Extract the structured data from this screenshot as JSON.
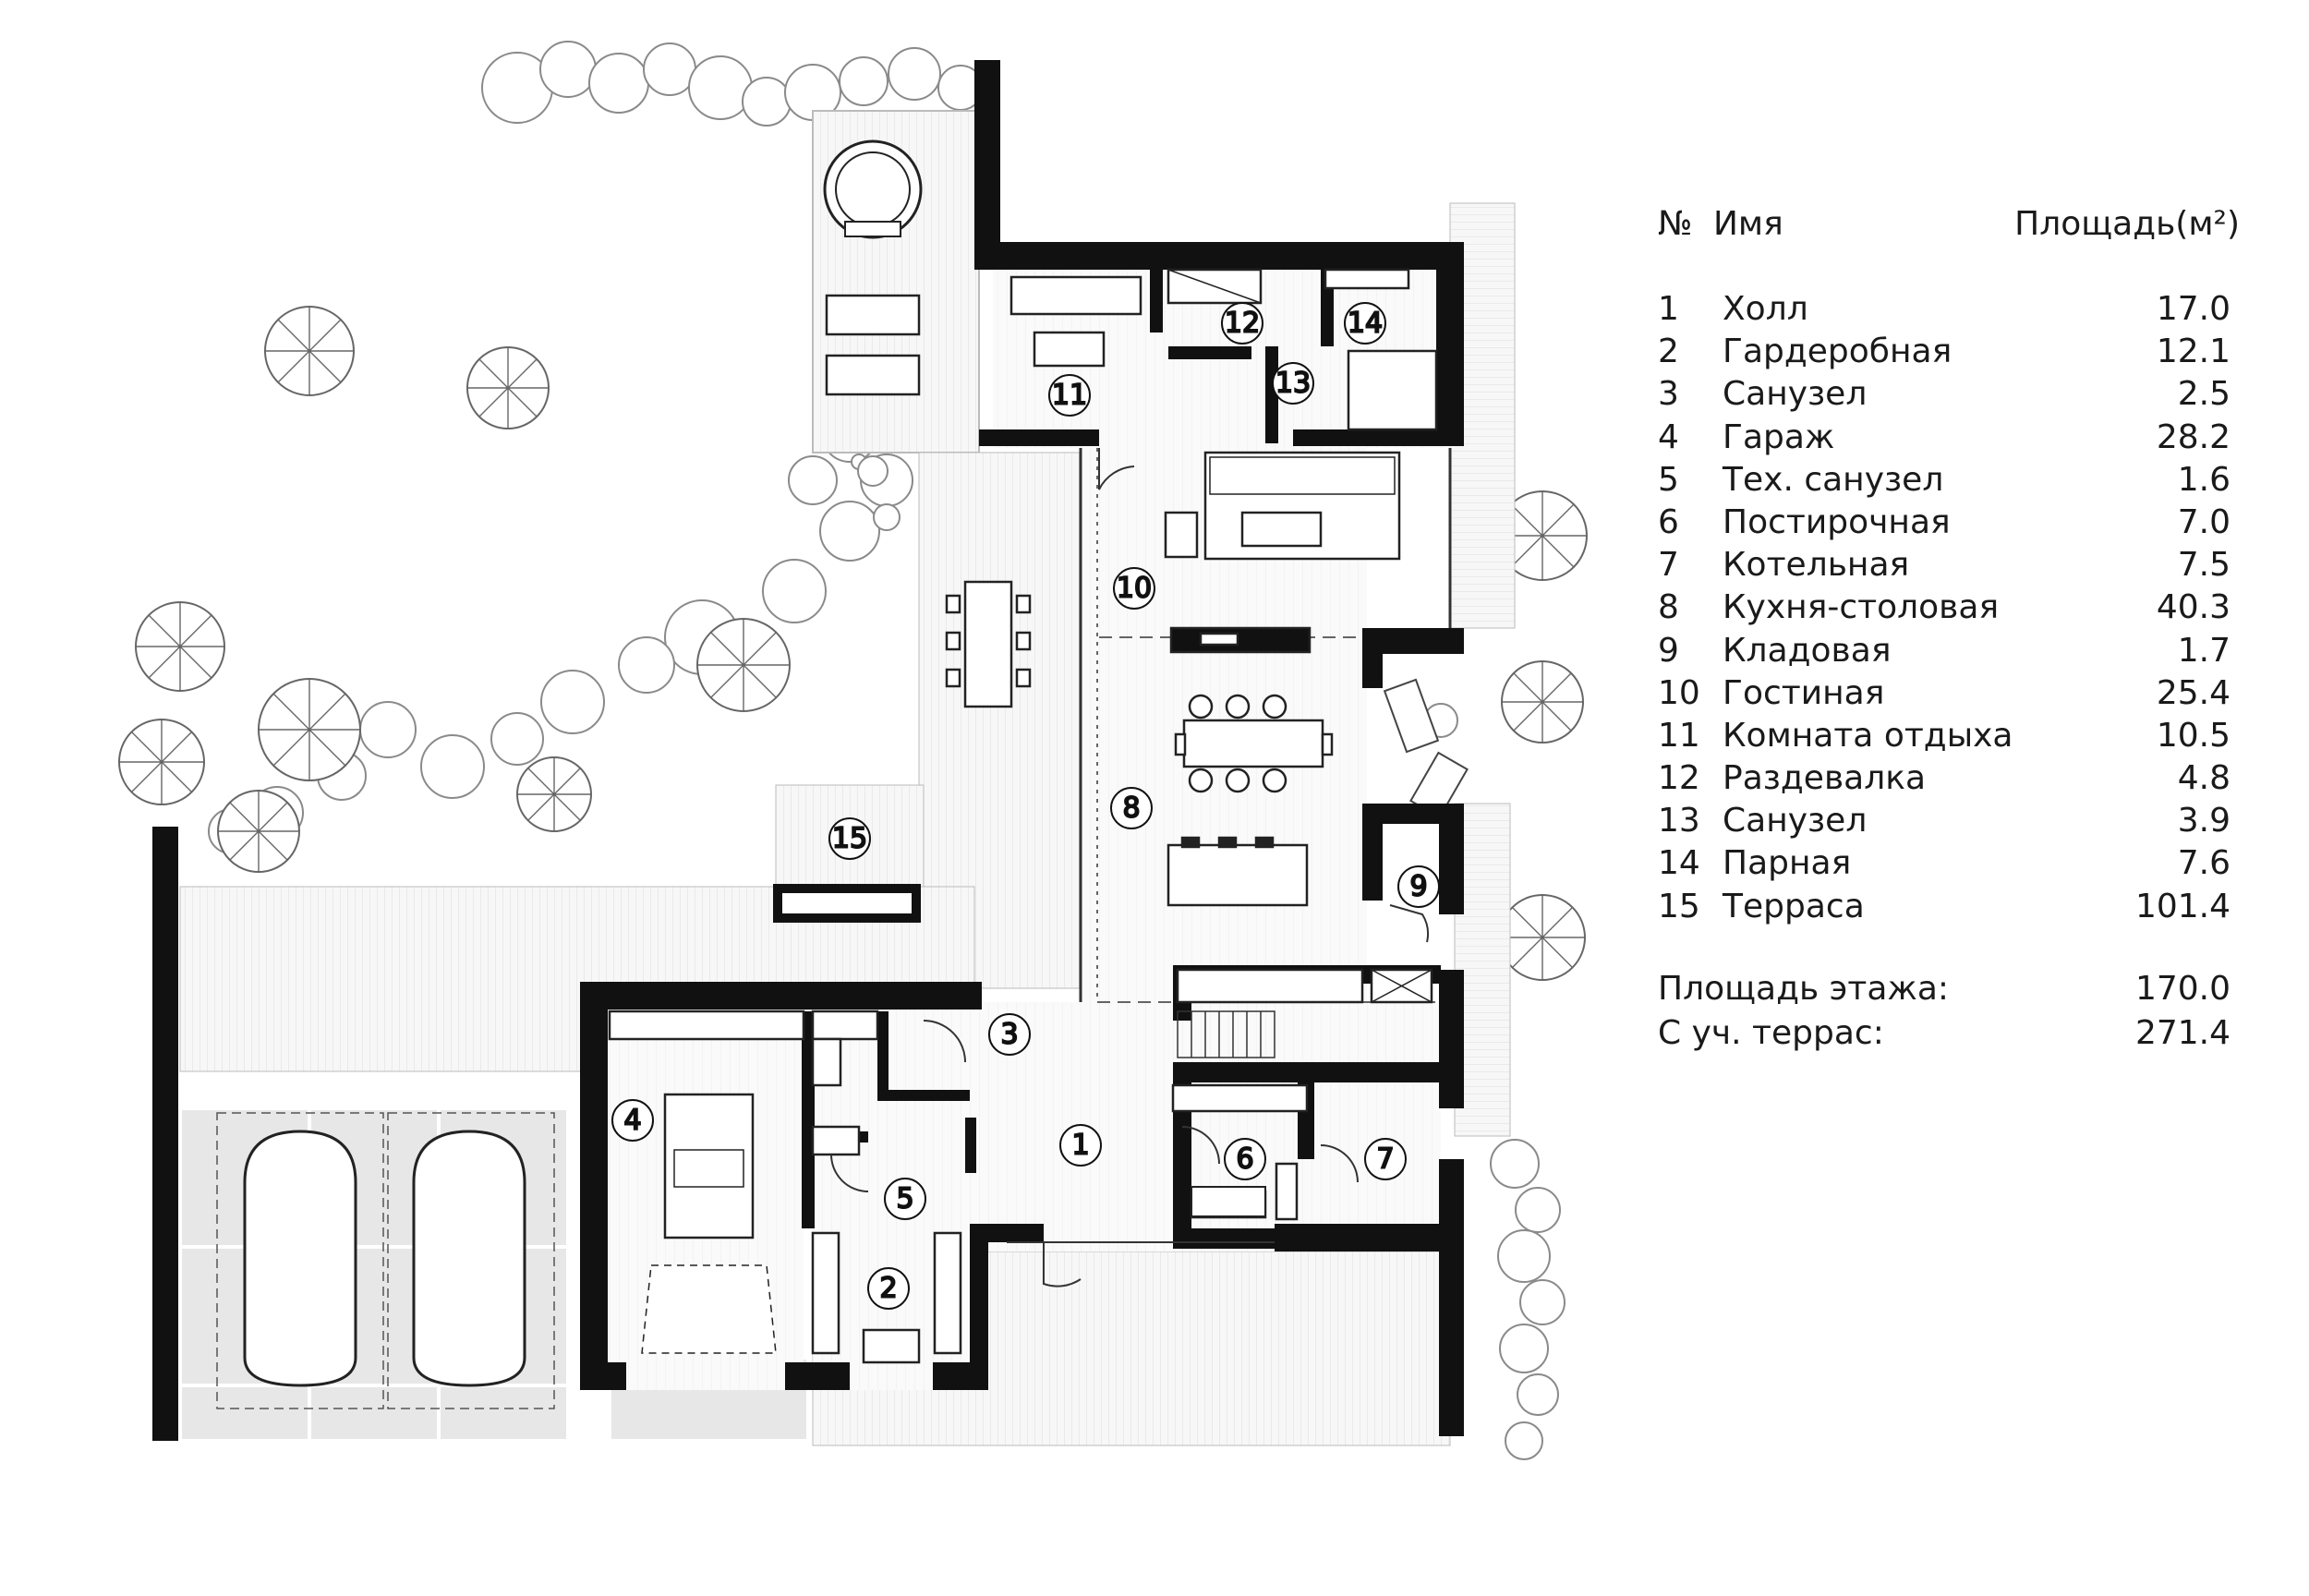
{
  "legend": {
    "header": {
      "no": "№",
      "name": "Имя",
      "area": "Площадь(м²)"
    },
    "rooms": [
      {
        "no": "1",
        "name": "Холл",
        "area": "17.0"
      },
      {
        "no": "2",
        "name": "Гардеробная",
        "area": "12.1"
      },
      {
        "no": "3",
        "name": "Санузел",
        "area": "2.5"
      },
      {
        "no": "4",
        "name": "Гараж",
        "area": "28.2"
      },
      {
        "no": "5",
        "name": "Тех. санузел",
        "area": "1.6"
      },
      {
        "no": "6",
        "name": "Постирочная",
        "area": "7.0"
      },
      {
        "no": "7",
        "name": "Котельная",
        "area": "7.5"
      },
      {
        "no": "8",
        "name": "Кухня-столовая",
        "area": "40.3"
      },
      {
        "no": "9",
        "name": "Кладовая",
        "area": "1.7"
      },
      {
        "no": "10",
        "name": "Гостиная",
        "area": "25.4"
      },
      {
        "no": "11",
        "name": "Комната отдыха",
        "area": "10.5"
      },
      {
        "no": "12",
        "name": "Раздевалка",
        "area": "4.8"
      },
      {
        "no": "13",
        "name": "Санузел",
        "area": "3.9"
      },
      {
        "no": "14",
        "name": "Парная",
        "area": "7.6"
      },
      {
        "no": "15",
        "name": "Терраса",
        "area": "101.4"
      }
    ],
    "totals": {
      "floor_label": "Площадь этажа:",
      "floor_value": "170.0",
      "with_terrace_label": "С уч. террас:",
      "with_terrace_value": "271.4"
    }
  },
  "plan": {
    "labels": [
      "1",
      "2",
      "3",
      "4",
      "5",
      "6",
      "7",
      "8",
      "9",
      "10",
      "11",
      "12",
      "13",
      "14",
      "15"
    ]
  }
}
